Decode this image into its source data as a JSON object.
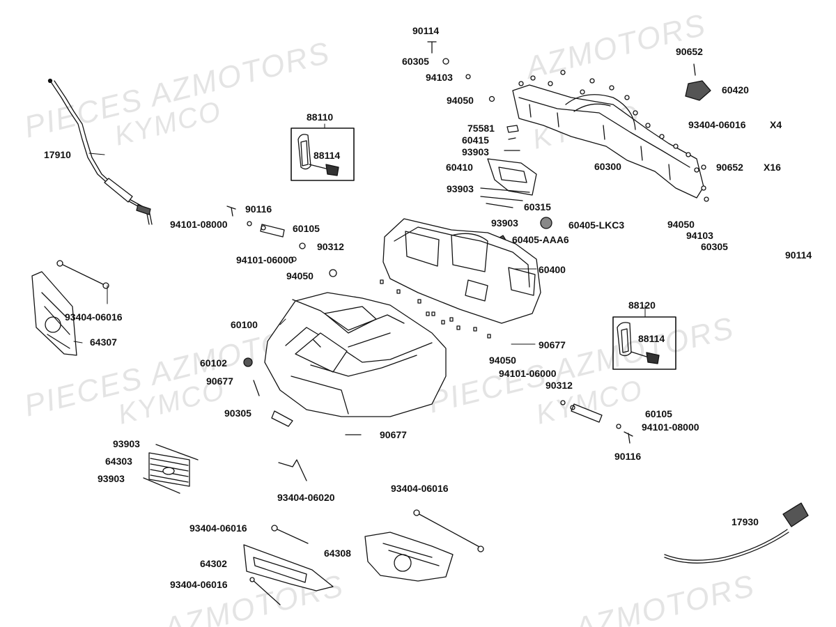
{
  "watermarks": [
    "PIECES AZMOTORS",
    "KYMCO",
    "AZMOTORS",
    "KYMCO",
    "PIECES AZMOTORS",
    "KYMCO",
    "PIECES AZMOTORS",
    "KYMCO",
    "AZMOTORS",
    "AZMOTORS"
  ],
  "labels": {
    "l90114_top": "90114",
    "l60305_top": "60305",
    "l94103_top": "94103",
    "l94050_top": "94050",
    "l90652_top": "90652",
    "l60420": "60420",
    "l88110": "88110",
    "l88114_a": "88114",
    "l17910": "17910",
    "l75581": "75581",
    "l60415": "60415",
    "l93903_a": "93903",
    "l60410": "60410",
    "l93404_x4": "93404-06016",
    "x4": "X4",
    "l60300": "60300",
    "l90652_x16": "90652",
    "x16": "X16",
    "l93903_b": "93903",
    "l60315": "60315",
    "l93903_c": "93903",
    "l60405_lkc3": "60405-LKC3",
    "l94050_r": "94050",
    "l94103_r": "94103",
    "l60305_r": "60305",
    "l90114_r": "90114",
    "l90116_a": "90116",
    "l94101_08000_a": "94101-08000",
    "l60105_a": "60105",
    "l90312_a": "90312",
    "l94101_06000_a": "94101-06000",
    "l94050_m": "94050",
    "l60405_aaa6": "60405-AAA6",
    "l60400": "60400",
    "l93404_06016_l": "93404-06016",
    "l64307": "64307",
    "l60100": "60100",
    "l88120": "88120",
    "l88114_b": "88114",
    "l90677_r": "90677",
    "l94050_b": "94050",
    "l94101_06000_b": "94101-06000",
    "l60102": "60102",
    "l90677_l": "90677",
    "l90312_b": "90312",
    "l60105_b": "60105",
    "l94101_08000_b": "94101-08000",
    "l90116_b": "90116",
    "l90305": "90305",
    "l90677_bot": "90677",
    "l93903_d": "93903",
    "l64303": "64303",
    "l93903_e": "93903",
    "l93404_06020": "93404-06020",
    "l93404_06016_b": "93404-06016",
    "l93404_06016_c": "93404-06016",
    "l17930": "17930",
    "l64308": "64308",
    "l64302": "64302",
    "l93404_06016_d": "93404-06016"
  }
}
